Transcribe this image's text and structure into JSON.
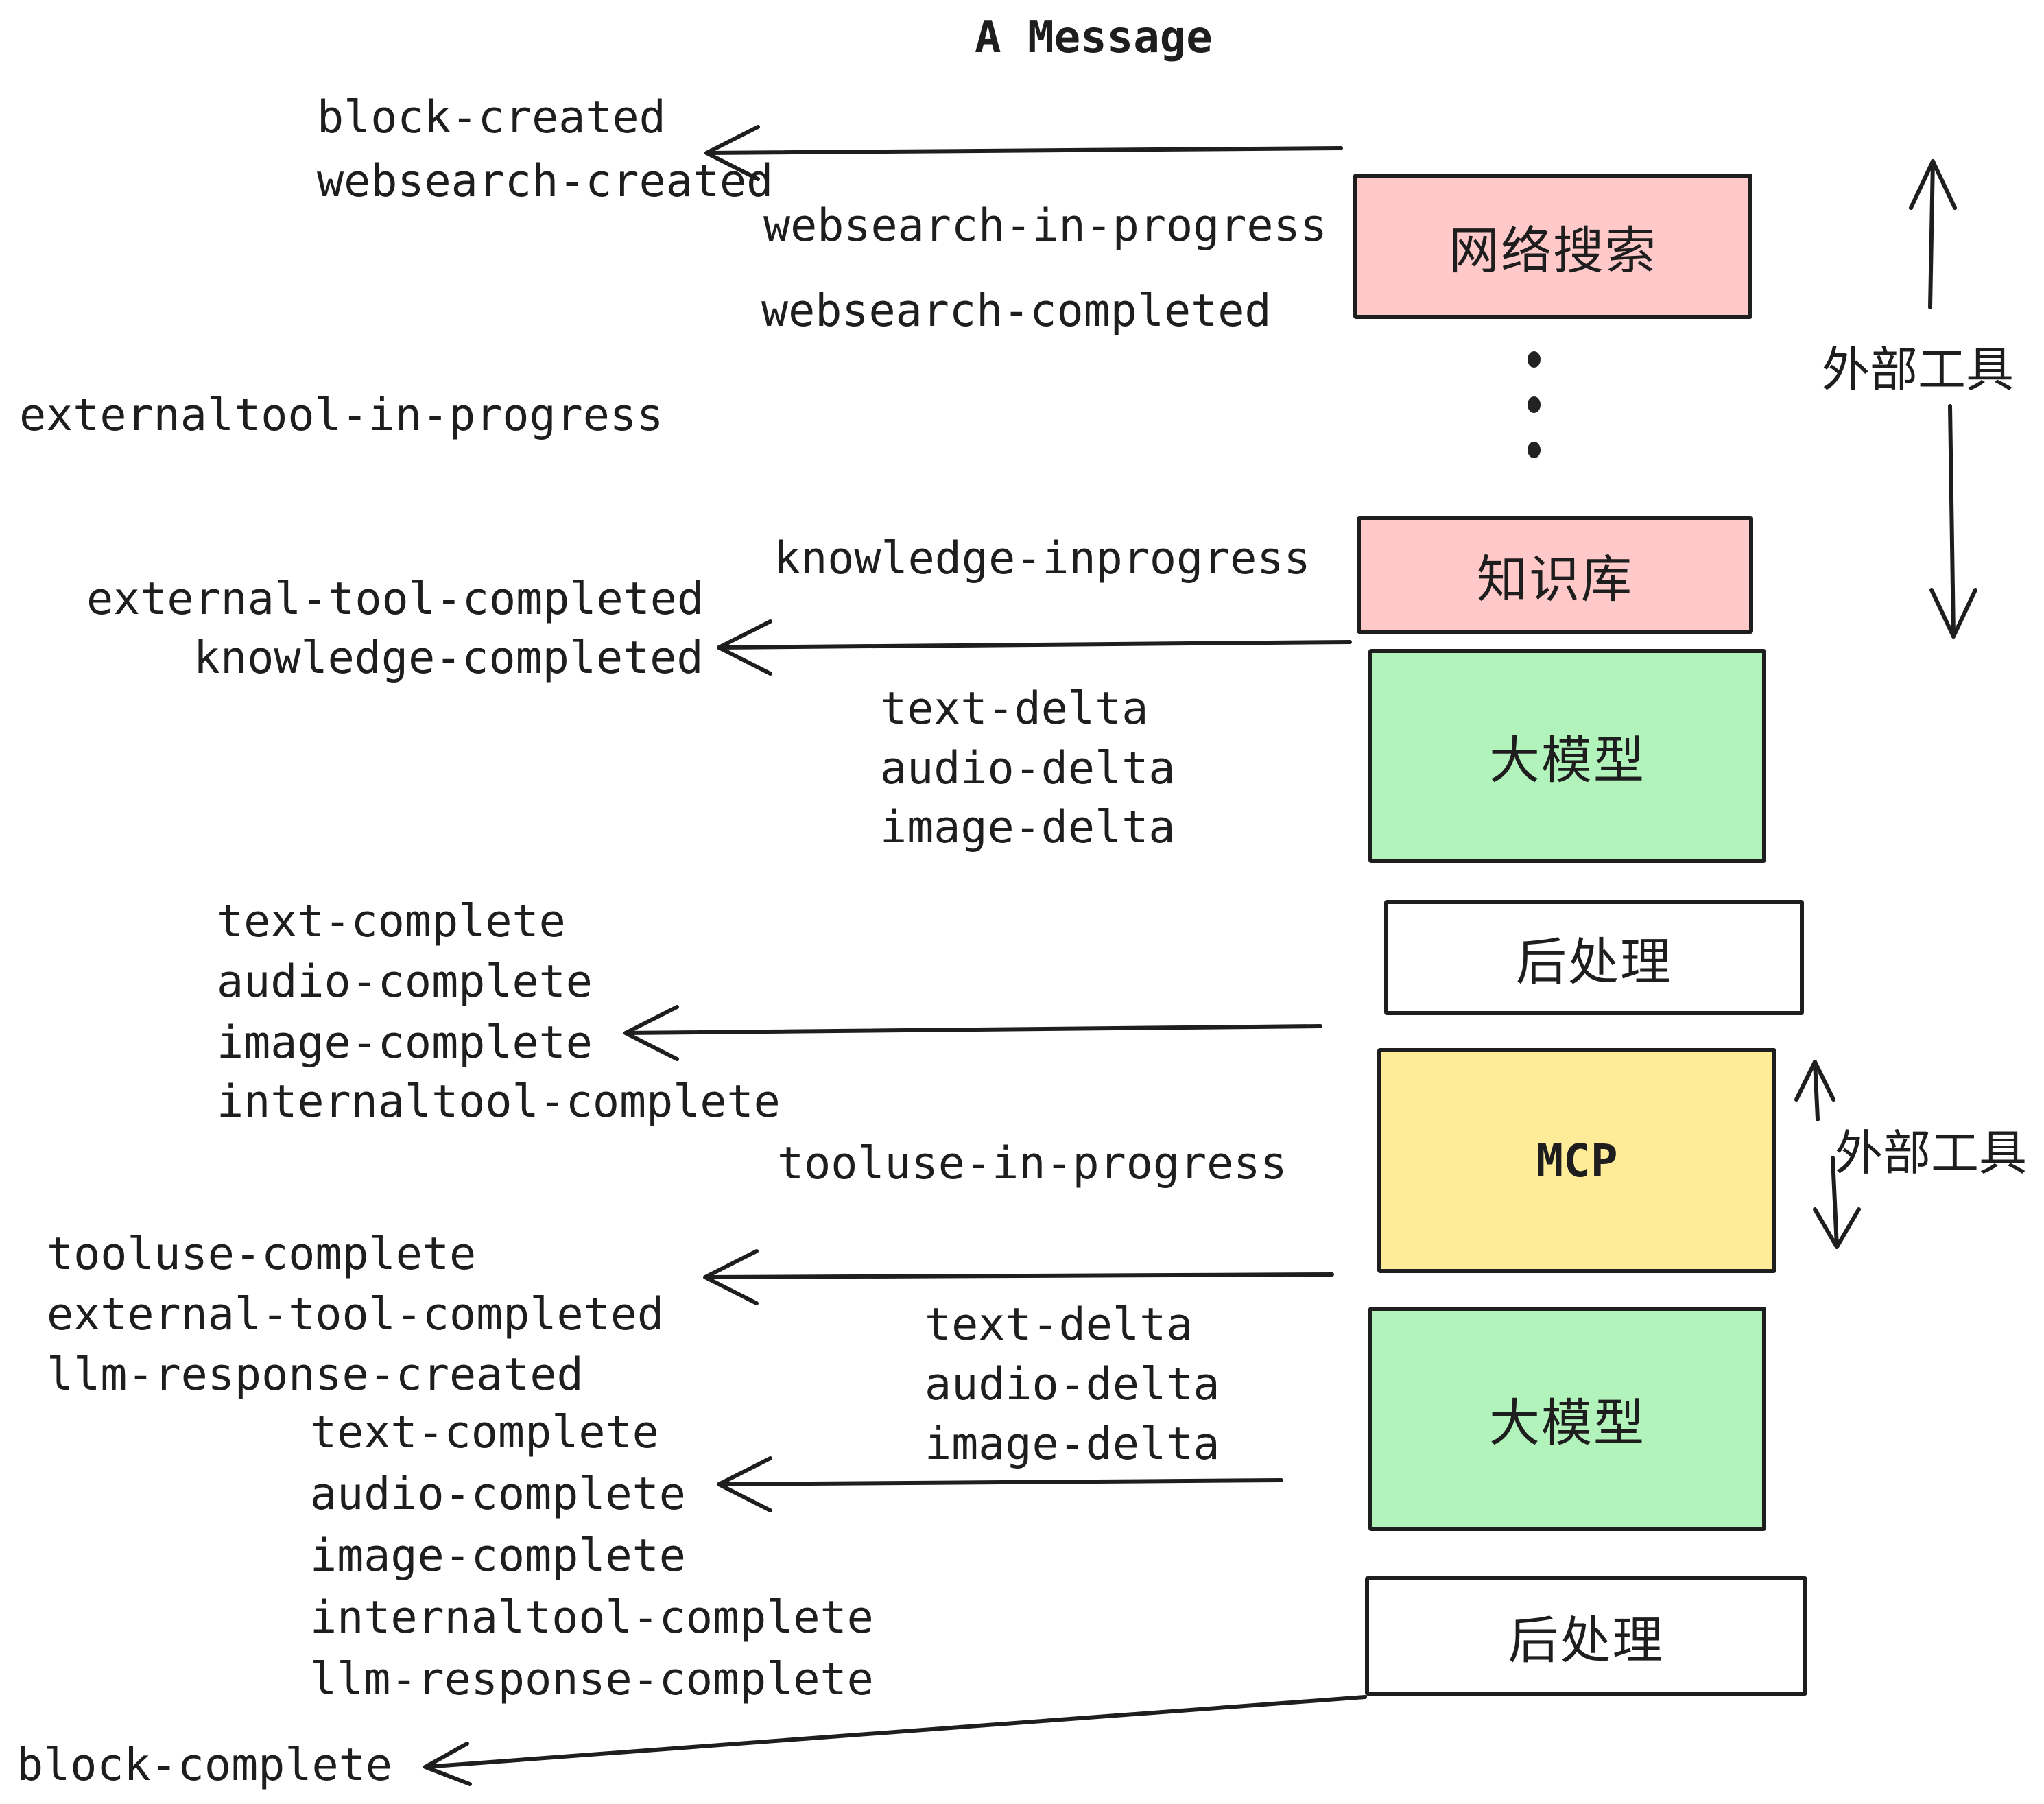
{
  "title": "A Message",
  "events": {
    "block_created": "block-created",
    "websearch_created": "websearch-created",
    "websearch_in_progress": "websearch-in-progress",
    "websearch_completed": "websearch-completed",
    "externaltool_in_progress": "externaltool-in-progress",
    "knowledge_inprogress": "knowledge-inprogress",
    "external_tool_completed": "external-tool-completed",
    "knowledge_completed": "knowledge-completed",
    "text_delta": "text-delta",
    "audio_delta": "audio-delta",
    "image_delta": "image-delta",
    "text_complete": "text-complete",
    "audio_complete": "audio-complete",
    "image_complete": "image-complete",
    "internaltool_complete": "internaltool-complete",
    "tooluse_in_progress": "tooluse-in-progress",
    "tooluse_complete": "tooluse-complete",
    "llm_response_created": "llm-response-created",
    "llm_response_complete": "llm-response-complete",
    "block_complete": "block-complete"
  },
  "boxes": {
    "websearch": "网络搜索",
    "knowledge": "知识库",
    "llm": "大模型",
    "postprocess": "后处理",
    "mcp": "MCP"
  },
  "annotations": {
    "external_tools": "外部工具"
  },
  "colors": {
    "pink": "#ffc9c9",
    "green": "#b2f2bb",
    "yellow": "#ffec99",
    "white": "#ffffff",
    "ink": "#1e1e1e"
  }
}
